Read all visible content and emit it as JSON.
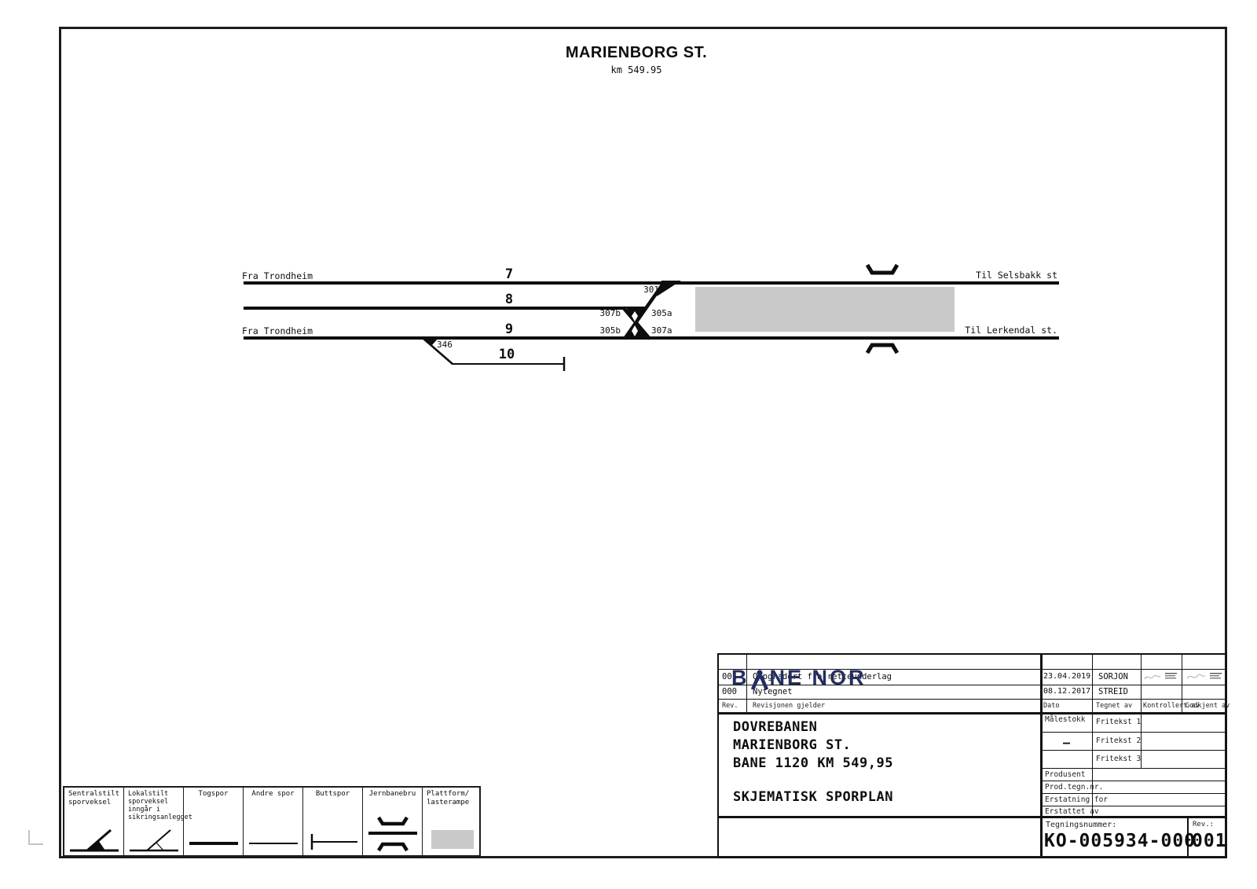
{
  "page": {
    "title": "MARIENBORG ST.",
    "subtitle": "km 549.95"
  },
  "diagram": {
    "from_track7": "Fra Trondheim",
    "from_track9": "Fra Trondheim",
    "to_track7": "Til Selsbakk st",
    "to_track9": "Til Lerkendal st.",
    "track_numbers": {
      "t7": "7",
      "t8": "8",
      "t9": "9",
      "t10": "10"
    },
    "switches": {
      "s301": "301",
      "s305a": "305a",
      "s305b": "305b",
      "s307a": "307a",
      "s307b": "307b",
      "s346": "346"
    },
    "platform_color": "#c9c9c9"
  },
  "legend": {
    "items": [
      {
        "lines": [
          "Sentralstilt",
          "sporveksel"
        ]
      },
      {
        "lines": [
          "Lokalstilt",
          "sporveksel inngår i",
          "sikringsanlegget"
        ]
      },
      {
        "lines": [
          "Togspor"
        ]
      },
      {
        "lines": [
          "Andre spor"
        ]
      },
      {
        "lines": [
          "Buttspor"
        ]
      },
      {
        "lines": [
          "Jernbanebru"
        ]
      },
      {
        "lines": [
          "Plattform/",
          "lasterampe"
        ]
      }
    ]
  },
  "titleblock": {
    "revisions": [
      {
        "rev": "001",
        "desc": "Oppgradert fra retteunderlag",
        "date": "23.04.2019",
        "by": "SORJON"
      },
      {
        "rev": "000",
        "desc": "Nytegnet",
        "date": "08.12.2017",
        "by": "STREID"
      }
    ],
    "headers": {
      "rev": "Rev.",
      "desc": "Revisjonen gjelder",
      "date": "Dato",
      "drawn": "Tegnet av",
      "checked": "Kontrollert av",
      "approved": "Godkjent av"
    },
    "project_lines": [
      "DOVREBANEN",
      "MARIENBORG ST.",
      "BANE 1120 KM 549,95"
    ],
    "drawing_type": "SKJEMATISK SPORPLAN",
    "fields": {
      "malestokk": "Målestokk",
      "malestokk_value": "–",
      "fritekst1": "Fritekst 1",
      "fritekst2": "Fritekst 2",
      "fritekst3": "Fritekst 3",
      "produsent": "Produsent",
      "prodtegnnr": "Prod.tegn.nr.",
      "erstatning_for": "Erstatning for",
      "erstattet_av": "Erstattet av"
    },
    "drawing_number_label": "Tegningsnummer:",
    "drawing_number": "KO-005934-000",
    "rev_label": "Rev.:",
    "rev_value": "001",
    "logo": {
      "part1": "B",
      "part2": "NE NOR",
      "color": "#232d5f"
    }
  }
}
